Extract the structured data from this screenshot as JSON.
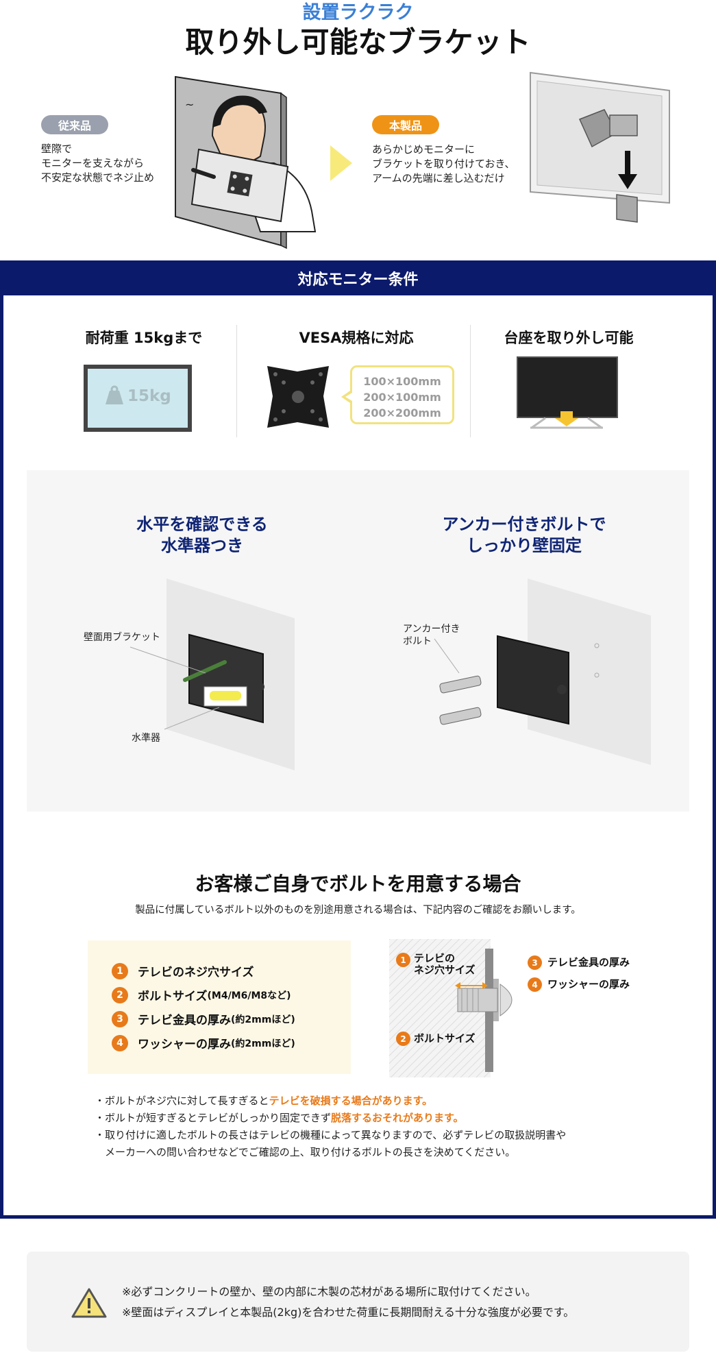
{
  "header": {
    "subtitle": "設置ラクラク",
    "title": "取り外し可能なブラケット"
  },
  "comparison": {
    "old_badge": "従来品",
    "old_desc": [
      "壁際で",
      "モニターを支えながら",
      "不安定な状態でネジ止め"
    ],
    "new_badge": "本製品",
    "new_desc": [
      "あらかじめモニターに",
      "ブラケットを取り付けておき、",
      "アームの先端に差し込むだけ"
    ]
  },
  "conditions": {
    "banner": "対応モニター条件",
    "items": [
      {
        "title": "耐荷重 15kgまで",
        "graphic_text": "15kg"
      },
      {
        "title": "VESA規格に対応",
        "sizes": [
          "100×100mm",
          "200×100mm",
          "200×200mm"
        ]
      },
      {
        "title": "台座を取り外し可能"
      }
    ]
  },
  "features": [
    {
      "title": [
        "水平を確認できる",
        "水準器つき"
      ],
      "labels": [
        "壁面用ブラケット",
        "水準器"
      ]
    },
    {
      "title": [
        "アンカー付きボルトで",
        "しっかり壁固定"
      ],
      "labels": [
        "アンカー付き",
        "ボルト"
      ]
    }
  ],
  "bolt_section": {
    "title": "お客様ご自身でボルトを用意する場合",
    "subtitle": "製品に付属しているボルト以外のものを別途用意される場合は、下記内容のご確認をお願いします。",
    "list": [
      {
        "num": "1",
        "text": "テレビのネジ穴サイズ",
        "note": ""
      },
      {
        "num": "2",
        "text": "ボルトサイズ",
        "note": "(M4/M6/M8など)"
      },
      {
        "num": "3",
        "text": "テレビ金具の厚み",
        "note": "(約2mmほど)"
      },
      {
        "num": "4",
        "text": "ワッシャーの厚み",
        "note": "(約2mmほど)"
      }
    ],
    "diagram": {
      "l1": [
        "テレビの",
        "ネジ穴サイズ"
      ],
      "l2": "ボルトサイズ",
      "l3": "テレビ金具の厚み",
      "l4": "ワッシャーの厚み"
    },
    "notes": [
      {
        "pre": "・ボルトがネジ穴に対して長すぎると",
        "warn": "テレビを破損する場合があります。"
      },
      {
        "pre": "・ボルトが短すぎるとテレビがしっかり固定できず",
        "warn": "脱落するおそれがあります。"
      },
      {
        "pre": "・取り付けに適したボルトの長さはテレビの機種によって異なりますので、必ずテレビの取扱説明書や",
        "warn": ""
      },
      {
        "pre": "　メーカーへの問い合わせなどでご確認の上、取り付けるボルトの長さを決めてください。",
        "warn": ""
      }
    ]
  },
  "caution": {
    "lines": [
      "※必ずコンクリートの壁か、壁の内部に木製の芯材がある場所に取付けてください。",
      "※壁面はディスプレイと本製品(2kg)を合わせた荷重に長期間耐える十分な強度が必要です。"
    ]
  },
  "colors": {
    "navy": "#0b1a6b",
    "orange": "#e87a1a",
    "blue": "#3a7fd5",
    "yellow": "#f7e98a"
  }
}
